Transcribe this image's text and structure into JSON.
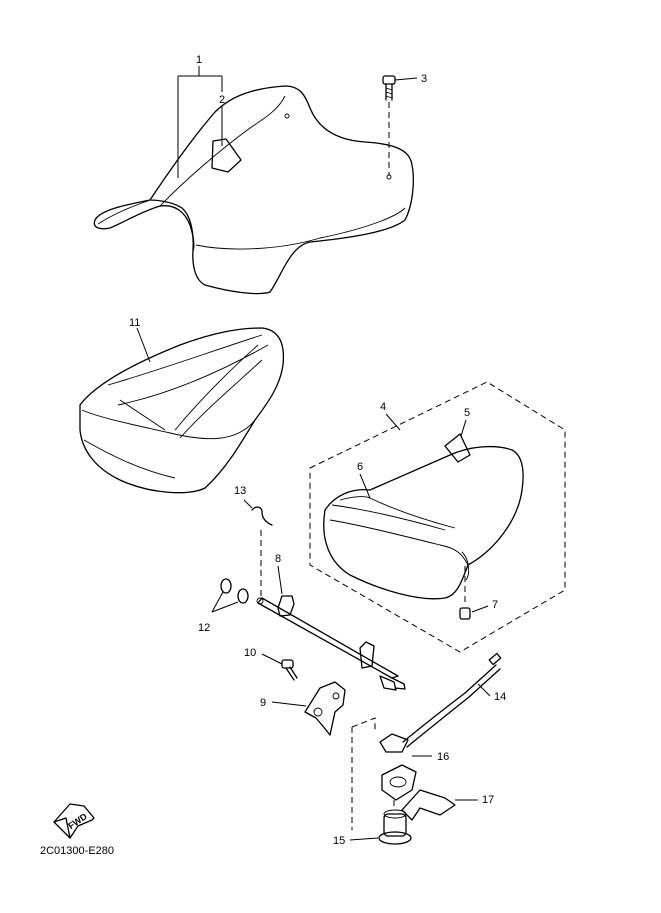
{
  "callouts": {
    "c1": "1",
    "c2": "2",
    "c3": "3",
    "c4": "4",
    "c5": "5",
    "c6": "6",
    "c7": "7",
    "c8": "8",
    "c9": "9",
    "c10": "10",
    "c11": "11",
    "c12": "12",
    "c13": "13",
    "c14": "14",
    "c15": "15",
    "c16": "16",
    "c17": "17"
  },
  "fwd_label": "FWD",
  "reference_code": "2C01300-E280"
}
